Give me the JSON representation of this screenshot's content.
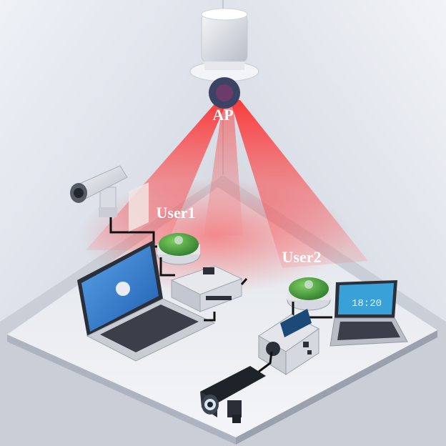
{
  "labels": {
    "ap": "AP",
    "user1": "User1",
    "user2": "User2"
  },
  "colors": {
    "beam": "#ff2a2a",
    "label_text": "#ffffff",
    "floor": "#e9ecf2",
    "wall": "#d8dde6"
  },
  "icons": [
    "access-point-icon",
    "security-camera-icon",
    "router-icon",
    "laptop-icon",
    "wifi-module-icon",
    "camera-module-icon"
  ]
}
